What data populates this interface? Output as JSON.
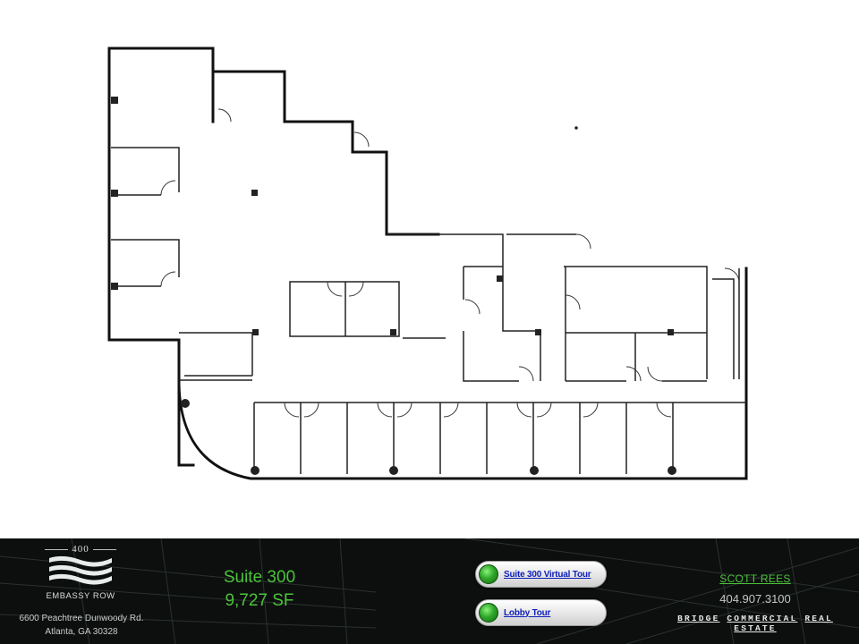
{
  "floorplan": {
    "label": "Suite 300 floor plan"
  },
  "building": {
    "logo_number": "400",
    "logo_name": "EMBASSY ROW",
    "address_line1": "6600 Peachtree Dunwoody Rd.",
    "address_line2": "Atlanta, GA  30328"
  },
  "suite": {
    "name": "Suite 300",
    "size": "9,727 SF"
  },
  "tours": [
    {
      "label": "Suite 300 Virtual Tour",
      "icon": "green-orb-icon"
    },
    {
      "label": "Lobby Tour",
      "icon": "green-orb-icon"
    }
  ],
  "contact": {
    "name": "SCOTT REES",
    "phone": "404.907.3100",
    "company_words": [
      "BRIDGE",
      "COMMERCIAL",
      "REAL ESTATE"
    ]
  },
  "colors": {
    "accent_green": "#4cc23a",
    "footer_bg": "#0c0f0e",
    "link_blue": "#1020b8"
  }
}
